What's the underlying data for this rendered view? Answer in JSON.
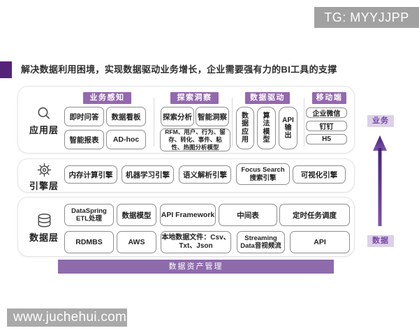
{
  "colors": {
    "accent": "#9468ae",
    "bar": "#8e6bab",
    "dark": "#552478",
    "chipbg": "#ddd0e9",
    "chiptext": "#7445a4",
    "badgegray": "#a1a1a1",
    "watermarkgray": "#a9a9a9"
  },
  "badge": {
    "text": "TG: MYYJJPP"
  },
  "title": {
    "text": "解决数据利用困境，实现数据驱动业务增长，企业需要强有力的BI工具的支撑"
  },
  "layers": {
    "application": {
      "label": "应用层",
      "groups": [
        {
          "header": "业务感知",
          "boxes": [
            "即时问答",
            "数据看板",
            "智能报表",
            "AD-hoc"
          ]
        },
        {
          "header": "探索洞察",
          "boxes": [
            "探索分析",
            "智能洞察",
            "RFM、用户、行为、留存、转化、事件、粘性、热图分析模型"
          ]
        },
        {
          "header": "数据驱动",
          "boxes": [
            "数\n据\n应\n用",
            "算\n法\n模\n型",
            "API\n输\n出"
          ]
        },
        {
          "header": "移动端",
          "boxes": [
            "企业微信",
            "钉钉",
            "H5"
          ]
        }
      ]
    },
    "engine": {
      "label": "引擎层",
      "boxes": [
        "内存计算引擎",
        "机器学习引擎",
        "语义解析引擎",
        "Focus Search\n搜索引擎",
        "可视化引擎"
      ]
    },
    "data": {
      "label": "数据层",
      "row1": [
        "DataSpring\nETL处理",
        "数据模型",
        "API Framework",
        "中间表",
        "定时任务调度"
      ],
      "row2": [
        "RDMBS",
        "AWS",
        "本地数据文件：Csv、\nTxt、Json",
        "Streaming\nData音视频流",
        "API"
      ]
    }
  },
  "bottom_bar": {
    "text": "数据资产管理"
  },
  "flow": {
    "top_label": "业务",
    "bottom_label": "数据"
  },
  "watermark": {
    "text": "www.juchehui.com"
  }
}
